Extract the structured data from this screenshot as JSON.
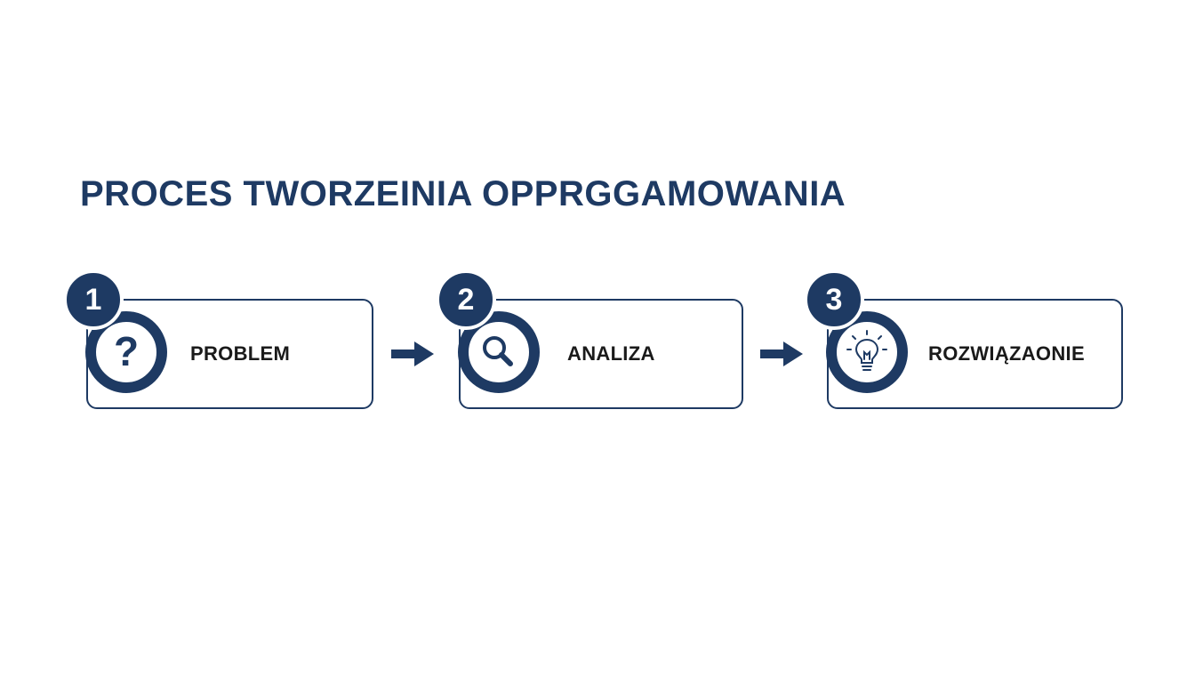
{
  "title": "PROCES TWORZEINIA OPPRGGAMOWANIA",
  "colors": {
    "accent": "#1e3a63",
    "text": "#1a1a1a",
    "background": "#ffffff"
  },
  "steps": [
    {
      "number": "1",
      "label": "PROBLEM",
      "icon": "question-mark-icon"
    },
    {
      "number": "2",
      "label": "ANALIZA",
      "icon": "magnifier-icon"
    },
    {
      "number": "3",
      "label": "ROZWIĄZAONIE",
      "icon": "lightbulb-icon"
    }
  ]
}
